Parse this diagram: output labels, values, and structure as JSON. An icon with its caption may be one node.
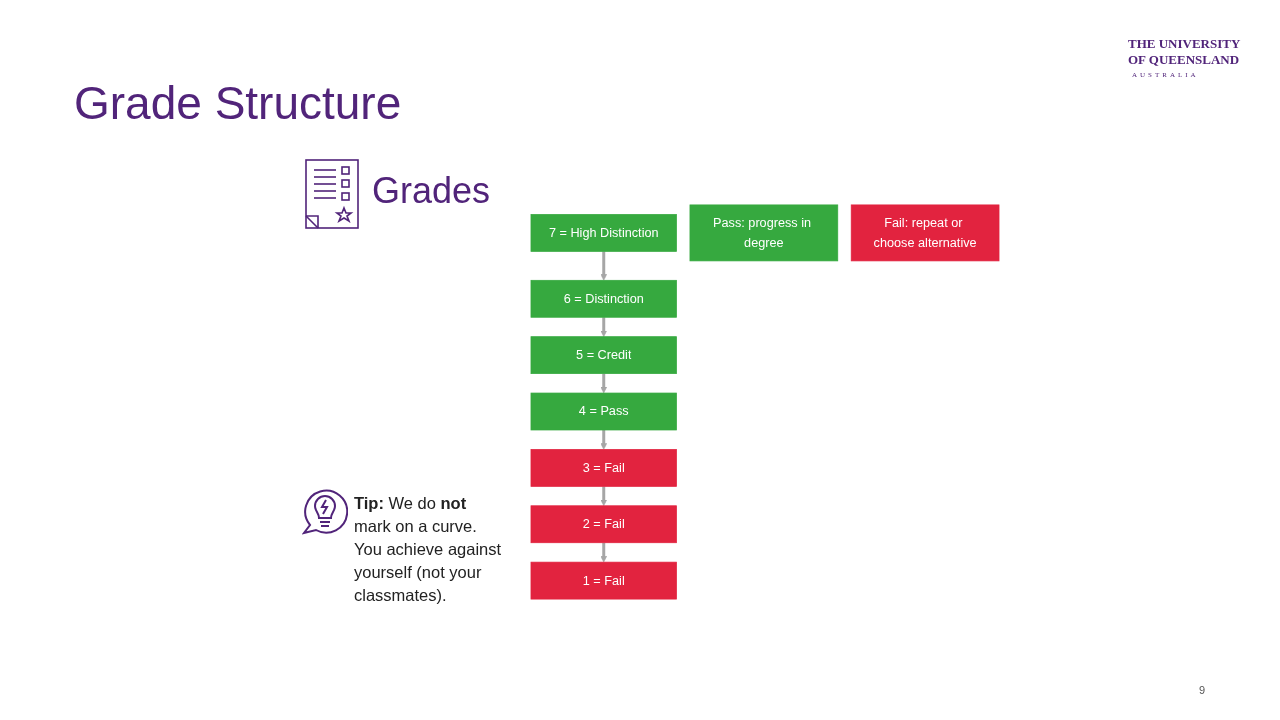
{
  "diagram": {
    "title": "Grade Structure",
    "nodes": [
      {
        "text": [
          "7 = High Distinction"
        ]
      },
      {
        "text": [
          "6 = Distinction"
        ]
      },
      {
        "text": [
          "5 = Credit"
        ]
      },
      {
        "text": [
          "4 = Pass"
        ]
      },
      {
        "text": [
          "3 = Fail"
        ]
      },
      {
        "text": [
          "2 = Fail"
        ]
      },
      {
        "text": [
          "1 = Fail"
        ]
      },
      {
        "text": [
          "Pass: progress in degree"
        ]
      },
      {
        "text": [
          "Fail: repeat or choose alternative"
        ]
      }
    ],
    "edges": [
      {
        "from": 0,
        "to": 1,
        "arrow": "to"
      },
      {
        "from": 1,
        "to": 2,
        "arrow": "to"
      },
      {
        "from": 2,
        "to": 3,
        "arrow": "to"
      },
      {
        "from": 3,
        "to": 4,
        "arrow": "to"
      },
      {
        "from": 4,
        "to": 5,
        "arrow": "to"
      },
      {
        "from": 5,
        "to": 6,
        "arrow": "to"
      }
    ],
    "labels": [
      "THE UNIVERSITY OF QUEENSLAND",
      "AUSTRALIA",
      "Grades",
      "**Tip:** We do **not** mark on a curve. You achieve against yourself (not your classmates).",
      "9"
    ]
  }
}
